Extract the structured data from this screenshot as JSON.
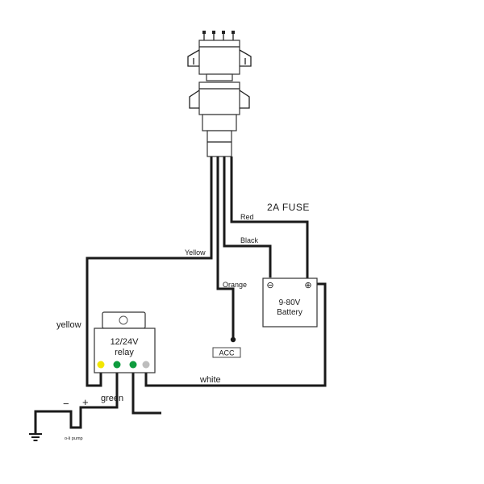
{
  "labels": {
    "fuse": "2A FUSE",
    "red": "Red",
    "black": "Black",
    "yellow_upper": "Yellow",
    "orange": "Orange",
    "yellow_left": "yellow",
    "white": "white",
    "green": "green",
    "acc": "ACC",
    "minus": "−",
    "plus": "+",
    "oil_pump": "o-li pump"
  },
  "battery": {
    "voltage": "9-80V",
    "name": "Battery",
    "neg_symbol": "⊖",
    "pos_symbol": "⊕"
  },
  "relay": {
    "line1": "12/24V",
    "line2": "relay",
    "pin_colors": [
      "#f2e600",
      "#0e9c3e",
      "#0e9c3e",
      "#bdbdbd"
    ]
  }
}
